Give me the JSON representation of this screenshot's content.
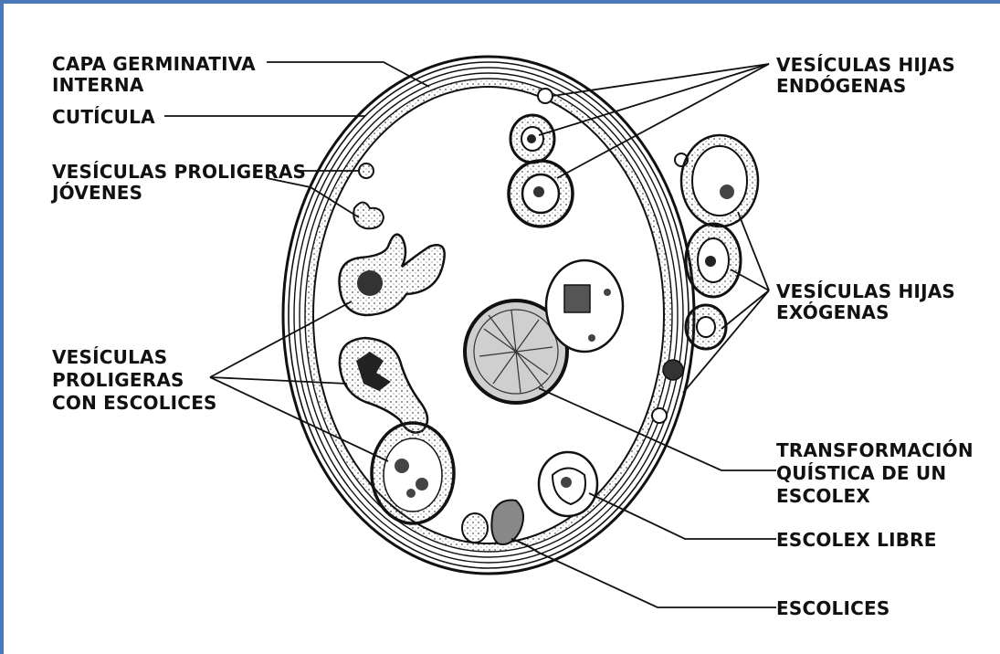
{
  "diagram": {
    "labels": {
      "capa_germinativa_1": "CAPA GERMINATIVA",
      "capa_germinativa_2": "INTERNA",
      "cuticula": "CUTÍCULA",
      "proligeras_jovenes_1": "VESÍCULAS PROLIGERAS",
      "proligeras_jovenes_2": "JÓVENES",
      "proligeras_escolices_1": "VESÍCULAS",
      "proligeras_escolices_2": "PROLIGERAS",
      "proligeras_escolices_3": "CON ESCOLICES",
      "hijas_endogenas_1": "VESÍCULAS HIJAS",
      "hijas_endogenas_2": "ENDÓGENAS",
      "hijas_exogenas_1": "VESÍCULAS HIJAS",
      "hijas_exogenas_2": "EXÓGENAS",
      "transformacion_1": "TRANSFORMACIÓN",
      "transformacion_2": "QUÍSTICA DE UN",
      "transformacion_3": "ESCOLEX",
      "escolex_libre": "ESCOLEX LIBRE",
      "escolices": "ESCOLICES"
    },
    "colors": {
      "frame": "#4a78b8",
      "ink": "#111111"
    }
  }
}
